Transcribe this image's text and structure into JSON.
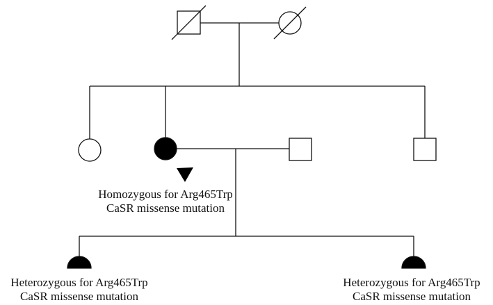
{
  "diagram": {
    "type": "pedigree",
    "colors": {
      "line": "#111111",
      "affected": "#000000",
      "unaffected": "#ffffff"
    },
    "generation_1": [
      {
        "id": "grandfather",
        "sex": "male",
        "status": "deceased"
      },
      {
        "id": "grandmother",
        "sex": "female",
        "status": "deceased"
      }
    ],
    "generation_2": [
      {
        "id": "aunt",
        "sex": "female",
        "status": "unaffected"
      },
      {
        "id": "proband",
        "sex": "female",
        "status": "affected",
        "proband": true
      },
      {
        "id": "husband",
        "sex": "male",
        "status": "unaffected"
      },
      {
        "id": "uncle",
        "sex": "male",
        "status": "unaffected"
      }
    ],
    "generation_3": [
      {
        "id": "daughter-1",
        "sex": "female",
        "status": "carrier"
      },
      {
        "id": "daughter-2",
        "sex": "female",
        "status": "carrier"
      }
    ],
    "labels": {
      "proband": {
        "line1": "Homozygous for Arg465Trp",
        "line2": "CaSR missense mutation"
      },
      "child_left": {
        "line1": "Heterozygous for Arg465Trp",
        "line2": "CaSR missense mutation"
      },
      "child_right": {
        "line1": "Heterozygous for Arg465Trp",
        "line2": "CaSR missense mutation"
      }
    }
  }
}
